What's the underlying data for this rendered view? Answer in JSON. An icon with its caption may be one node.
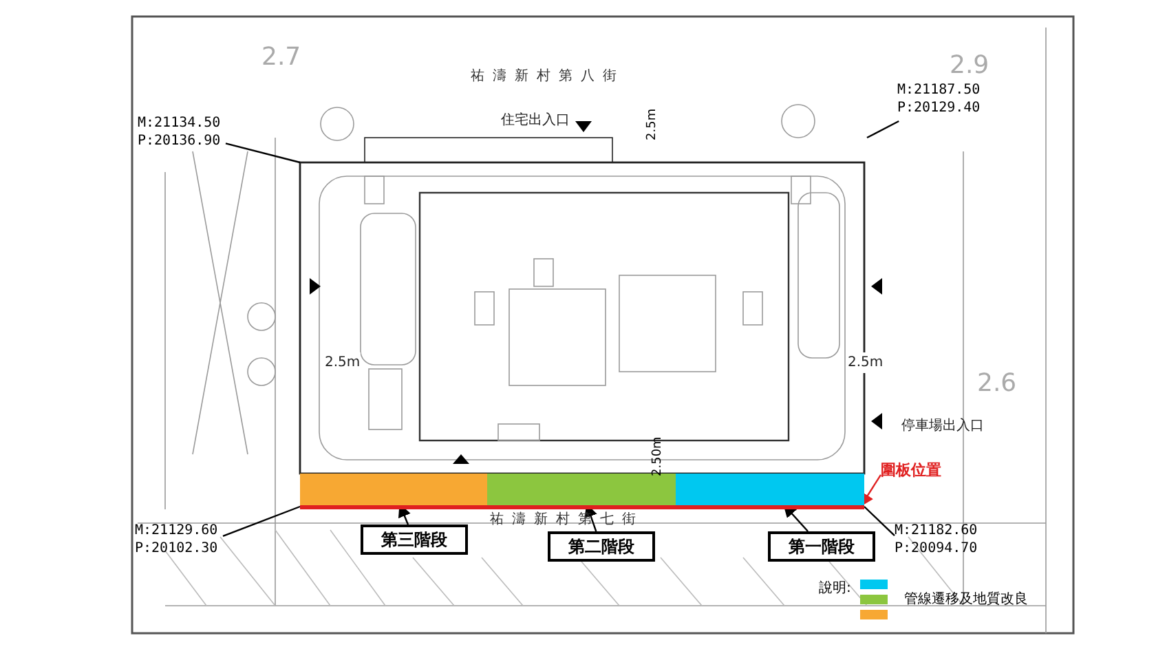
{
  "diagram": {
    "nodes": [
      {
        "text": [],
        "shape": "bar"
      },
      {
        "text": [],
        "shape": "bar"
      },
      {
        "text": [],
        "shape": "bar"
      },
      {
        "text": [
          "第三階段"
        ]
      },
      {
        "text": [
          "第二階段"
        ]
      },
      {
        "text": [
          "第一階段"
        ]
      },
      {
        "text": [
          "圍板位置"
        ]
      },
      {
        "text": [],
        "shape": "line"
      },
      {
        "text": [
          "M:21134.50",
          "P:20136.90"
        ]
      },
      {
        "text": [
          "M:21187.50",
          "P:20129.40"
        ]
      },
      {
        "text": [
          "M:21129.60",
          "P:20102.30"
        ]
      },
      {
        "text": [
          "M:21182.60",
          "P:20094.70"
        ]
      }
    ],
    "edges": [
      {
        "from": 3,
        "to": 0,
        "arrow": "to"
      },
      {
        "from": 4,
        "to": 1,
        "arrow": "to"
      },
      {
        "from": 5,
        "to": 2,
        "arrow": "to"
      },
      {
        "from": 6,
        "to": 7,
        "arrow": "to",
        "color": "#e02020"
      },
      {
        "from": 8,
        "to": null,
        "arrow": "none"
      },
      {
        "from": 9,
        "to": null,
        "arrow": "none"
      },
      {
        "from": 10,
        "to": 7,
        "arrow": "none"
      },
      {
        "from": 11,
        "to": 7,
        "arrow": "none"
      }
    ],
    "labels": [
      "祐濤新村第八街",
      "2.7",
      "2.9",
      "住宅出入口",
      "2.5m",
      "2.5m",
      "2.5m",
      "2.6",
      "停車場出入口",
      "2.50m",
      "祐濤新村第七街",
      "說明:"
    ],
    "legend": [
      {
        "text": "管線遷移及地質改良",
        "color": "#8cc63f"
      }
    ]
  }
}
